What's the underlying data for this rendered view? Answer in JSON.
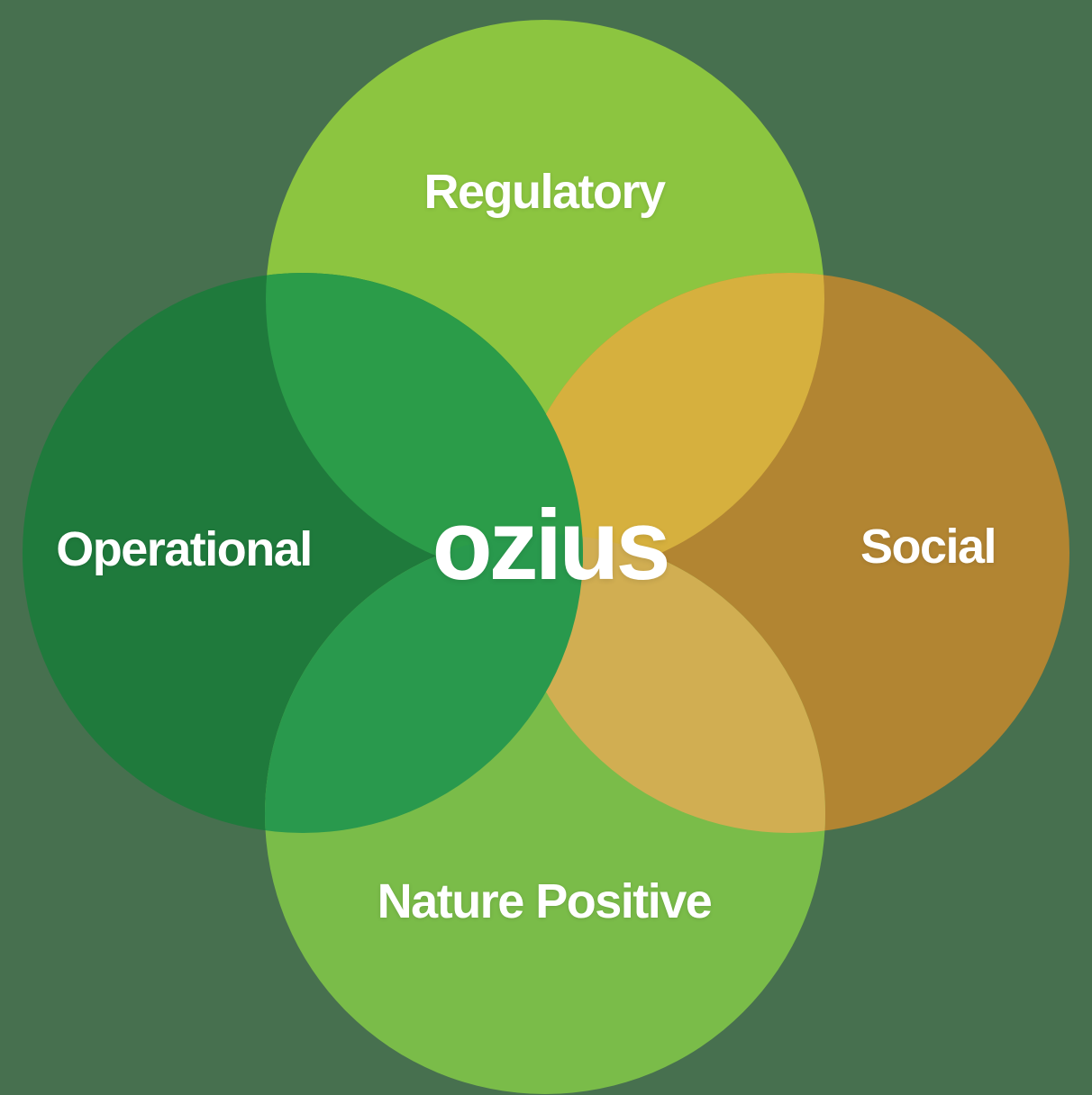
{
  "diagram": {
    "type": "venn",
    "background_color": "#47704F",
    "center_logo": {
      "text": "ozius",
      "color": "#FFFFFF"
    },
    "circles": [
      {
        "position": "top",
        "label": "Regulatory",
        "color": "#8CC540",
        "label_color": "#FFFFFF"
      },
      {
        "position": "left",
        "label": "Operational",
        "color": "#1F7A3C",
        "label_color": "#FFFFFF"
      },
      {
        "position": "right",
        "label": "Social",
        "color": "#B28532",
        "label_color": "#FFFFFF"
      },
      {
        "position": "bottom",
        "label": "Nature Positive",
        "color": "#7ABC49",
        "label_color": "#FFFFFF"
      }
    ],
    "overlap_colors": {
      "top_left": "#2B9C49",
      "top_right": "#D6B03E",
      "bottom_left": "#29994D",
      "bottom_right": "#D1AE52"
    }
  }
}
